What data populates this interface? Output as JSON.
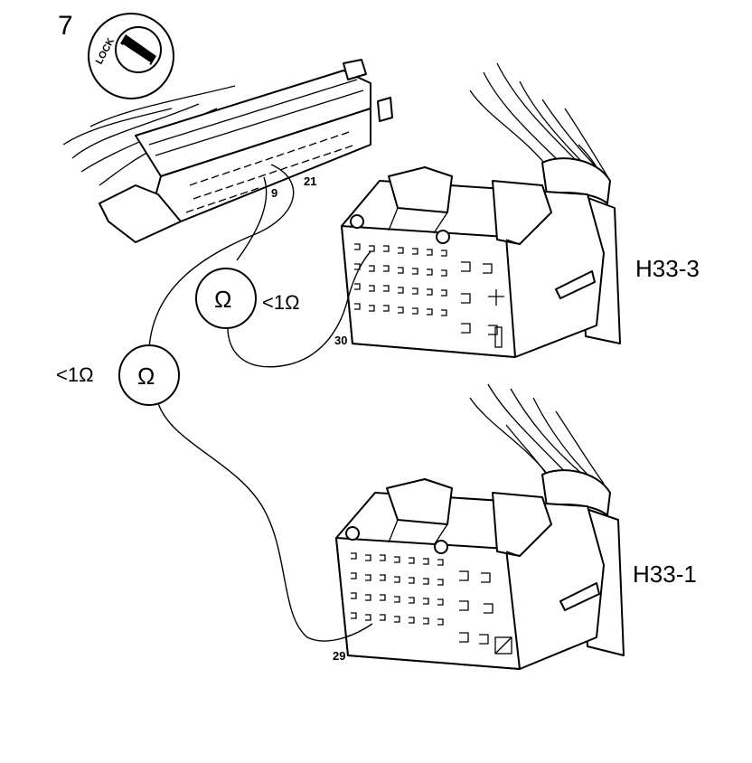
{
  "step_number": "7",
  "ignition_symbol": {
    "icon": "ignition-key-lock-icon",
    "text": "LOCK"
  },
  "ecu_connector": {
    "pin_labels": [
      "9",
      "21"
    ]
  },
  "measurements": [
    {
      "symbol": "Ω",
      "reading": "<1Ω"
    },
    {
      "symbol": "Ω",
      "reading": "<1Ω"
    }
  ],
  "connectors": [
    {
      "name": "H33-3",
      "pin": "30"
    },
    {
      "name": "H33-1",
      "pin": "29"
    }
  ]
}
